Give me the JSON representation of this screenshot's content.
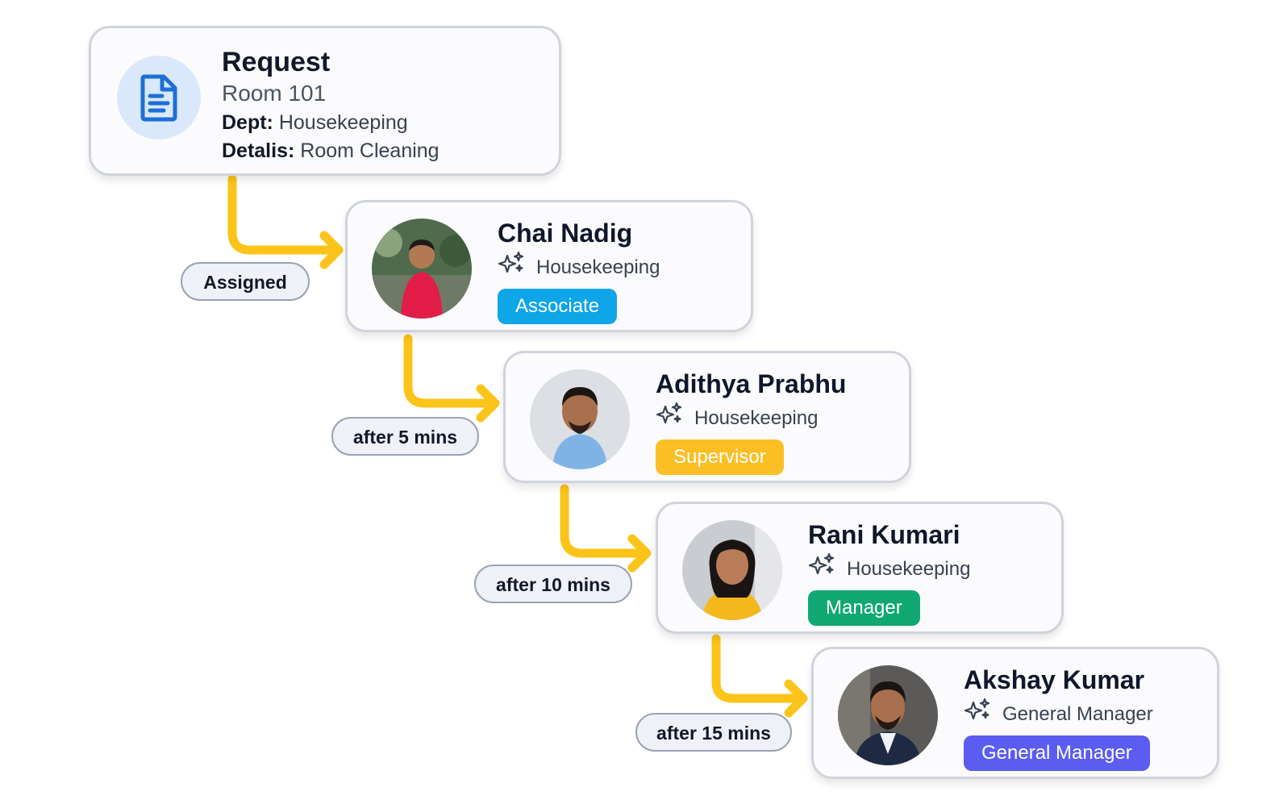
{
  "request": {
    "title": "Request",
    "room": "Room 101",
    "dept_label": "Dept:",
    "dept_value": "Housekeeping",
    "details_label": "Detalis:",
    "details_value": "Room Cleaning",
    "icon": "document-icon"
  },
  "people": [
    {
      "name": "Chai Nadig",
      "dept": "Housekeeping",
      "role": "Associate",
      "role_color": "#0ea5e9",
      "shirt_color": "#e11d48"
    },
    {
      "name": "Adithya Prabhu",
      "dept": "Housekeeping",
      "role": "Supervisor",
      "role_color": "#fbbf24",
      "shirt_color": "#7fb3e6"
    },
    {
      "name": "Rani Kumari",
      "dept": "Housekeeping",
      "role": "Manager",
      "role_color": "#10a872",
      "shirt_color": "#f5b81c"
    },
    {
      "name": "Akshay Kumar",
      "dept": "General Manager",
      "role": "General Manager",
      "role_color": "#5b5cf0",
      "shirt_color": "#1e2a44"
    }
  ],
  "steps": [
    "Assigned",
    "after 5 mins",
    "after 10 mins",
    "after 15 mins"
  ],
  "colors": {
    "arrow": "#fcc419",
    "border": "#cfd3dc",
    "pill_bg": "#eef1f8"
  },
  "icons": {
    "dept": "sparkle-icon"
  }
}
